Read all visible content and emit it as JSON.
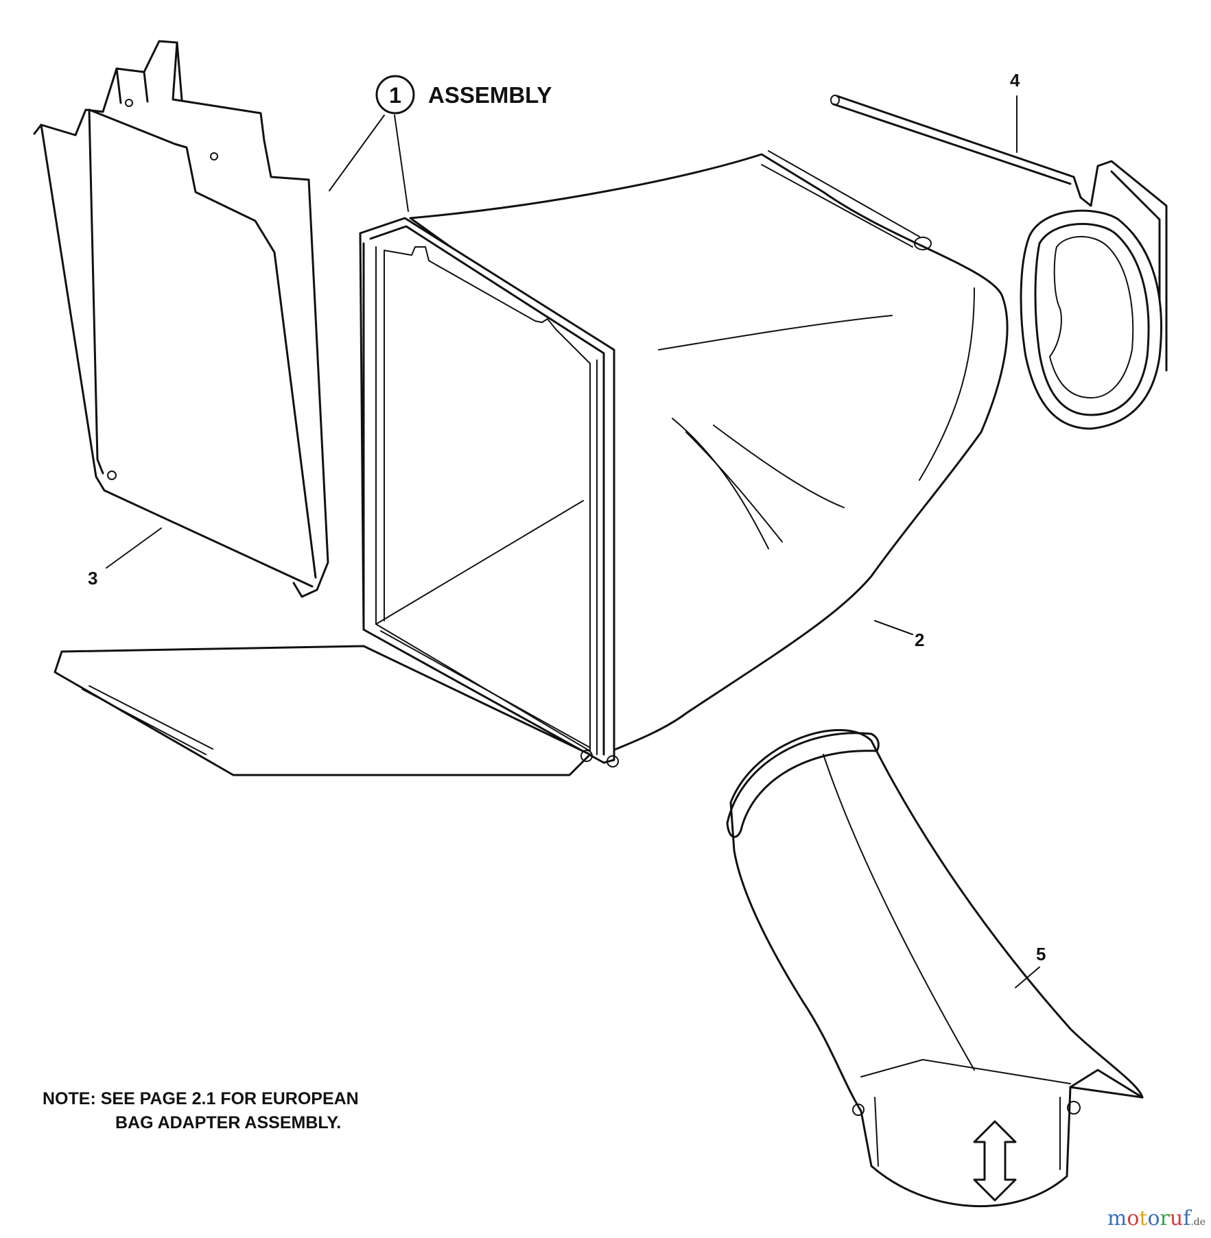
{
  "assembly_callout": {
    "number": "1",
    "label": "ASSEMBLY"
  },
  "part_labels": {
    "p2": "2",
    "p3": "3",
    "p4": "4",
    "p5": "5"
  },
  "note": {
    "line1": "NOTE:  SEE PAGE 2.1 FOR EUROPEAN",
    "line2": "BAG ADAPTER ASSEMBLY."
  },
  "watermark": {
    "text": "motoruf",
    "suffix": ".de"
  },
  "colors": {
    "ink": "#111111",
    "background": "#ffffff"
  }
}
